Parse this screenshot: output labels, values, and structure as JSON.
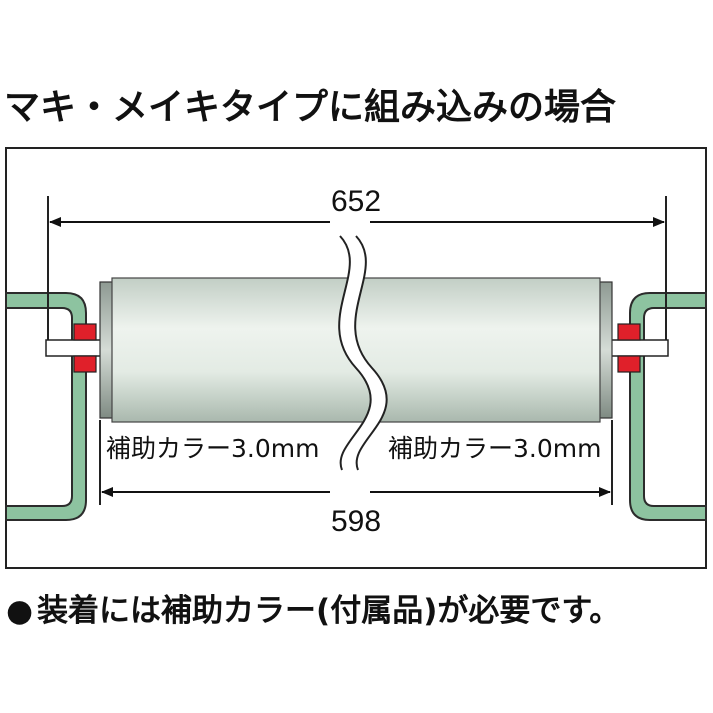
{
  "title": "マキ・メイキタイプに組み込みの場合",
  "dimensions": {
    "overall": "652",
    "roller": "598"
  },
  "labels": {
    "collar_left": "補助カラー3.0mm",
    "collar_right": "補助カラー3.0mm"
  },
  "note": {
    "bullet": "●",
    "text": "装着には補助カラー(付属品)が必要です。"
  },
  "colors": {
    "frame": "#8dc3a0",
    "frame_outline": "#2c2c2c",
    "collar": "#e0202a",
    "roller_light": "#eef3ee",
    "roller_dark": "#b9c7bc"
  }
}
